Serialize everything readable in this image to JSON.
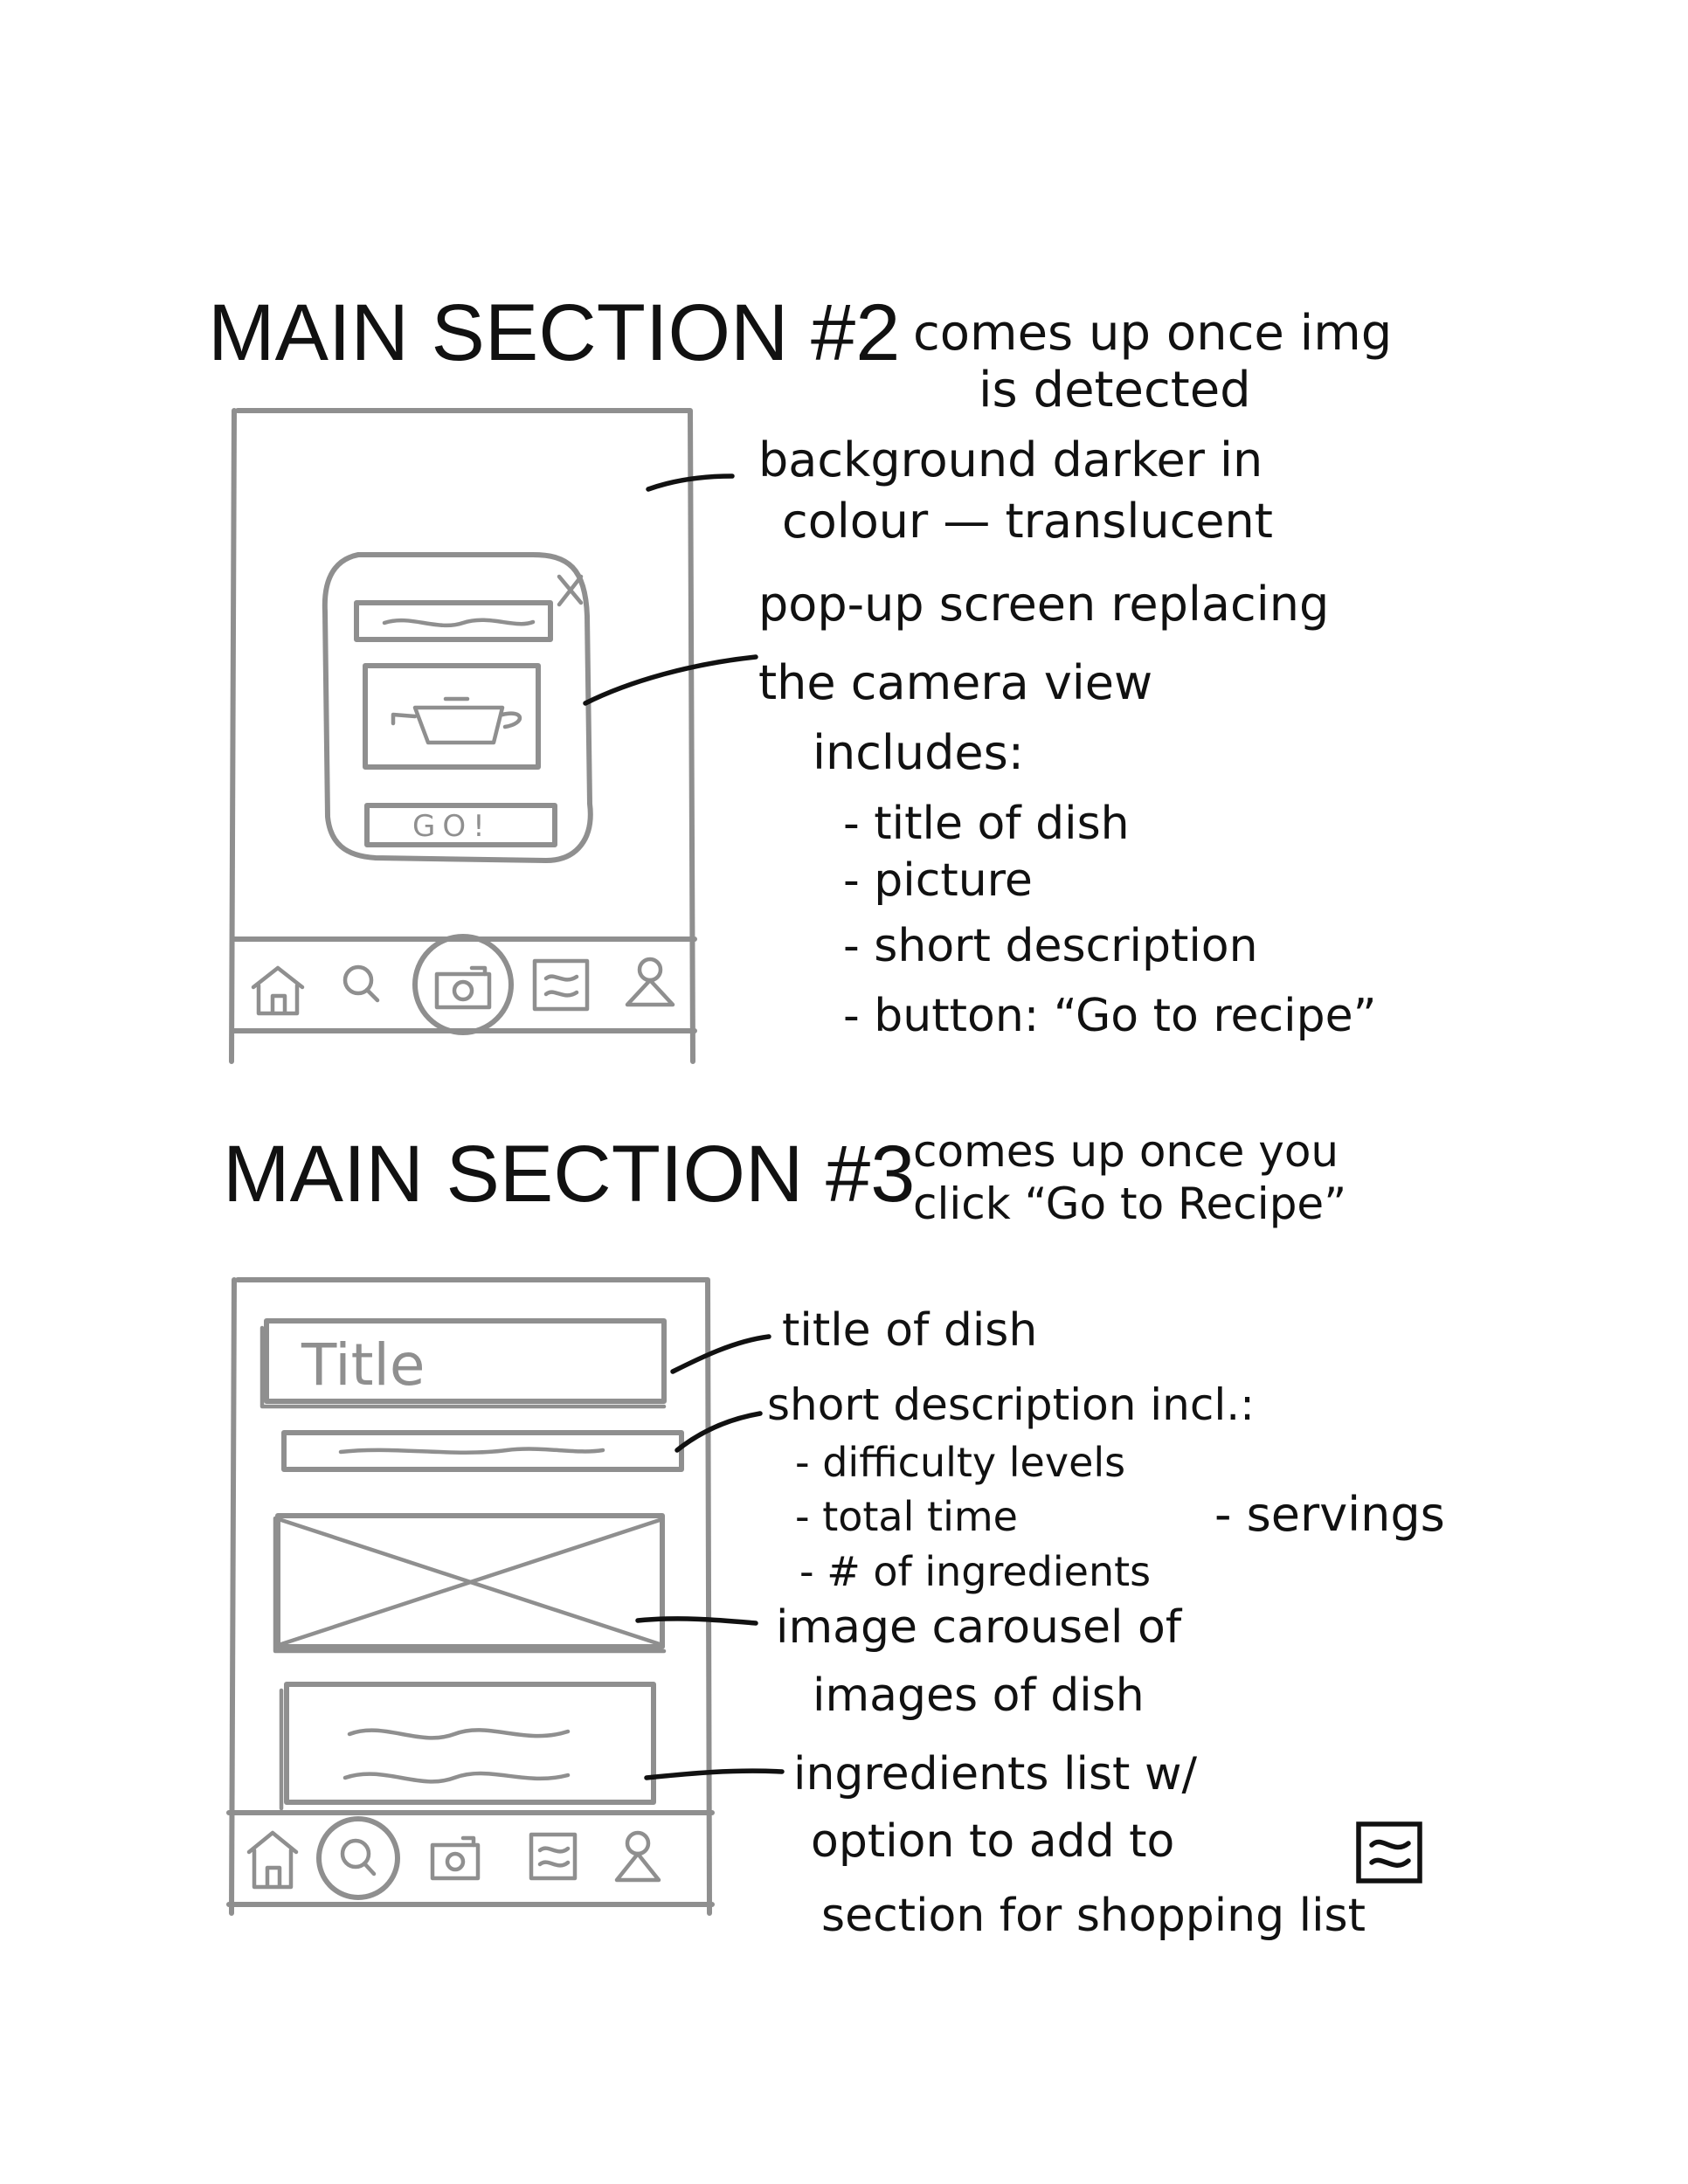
{
  "section2": {
    "heading": "MAIN SECTION #2",
    "subtitle_line1": "comes up once img",
    "subtitle_line2": "is detected",
    "popup_button": "GO!",
    "notes": [
      "background darker in",
      "colour — translucent",
      "pop-up screen replacing",
      "the camera view",
      "includes:",
      "- title of dish",
      "- picture",
      "- short description",
      "- button: “Go to recipe”"
    ]
  },
  "section3": {
    "heading": "MAIN SECTION #3",
    "subtitle_line1": "comes up once you",
    "subtitle_line2": "click “Go to Recipe”",
    "title_box": "Title",
    "notes": [
      "title of dish",
      "short description incl.:",
      "- difficulty levels",
      "- total time",
      "- servings",
      "- # of ingredients",
      "image carousel of",
      "images of dish",
      "ingredients list w/",
      "option to add to",
      "section for shopping list"
    ]
  },
  "icons": {
    "section2_nav": [
      "home-icon",
      "search-icon",
      "camera-icon",
      "list-icon",
      "profile-icon"
    ],
    "section3_nav": [
      "home-icon",
      "search-icon",
      "camera-icon",
      "list-icon",
      "profile-icon"
    ],
    "shopping_list": "list-icon"
  },
  "colors": {
    "ink": "#111111",
    "sketch": "#8f8f8f",
    "paper": "#ffffff"
  }
}
